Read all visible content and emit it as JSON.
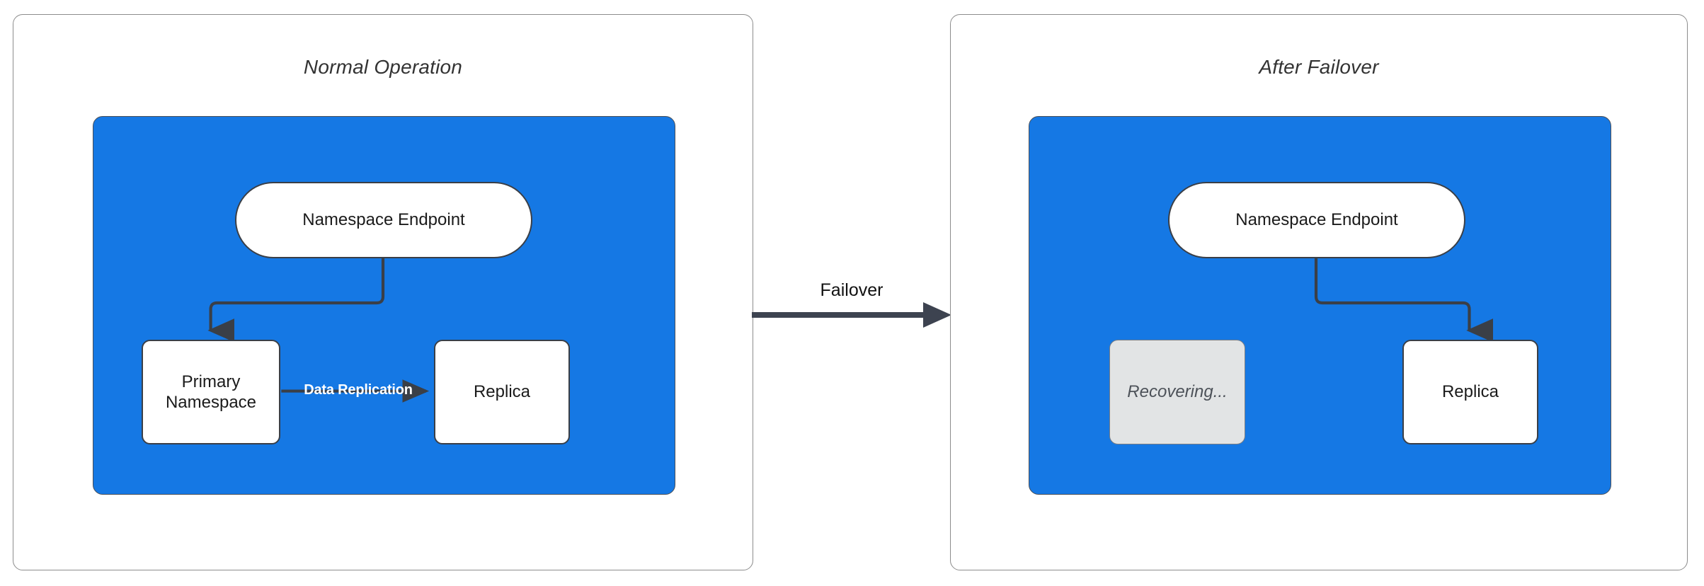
{
  "diagram": {
    "title_left": "Normal Operation",
    "title_right": "After Failover",
    "accent_blue": "#1578e4",
    "stroke_dark": "#3a3f47",
    "muted_gray": "#e2e4e5",
    "panel_border": "#8c8c8c"
  },
  "left_panel": {
    "title": "Normal Operation",
    "nodes": {
      "endpoint": "Namespace Endpoint",
      "primary": "Primary\nNamespace",
      "replica": "Replica"
    },
    "edges": {
      "endpoint_to_primary": "",
      "replication_label": "Data Replication"
    }
  },
  "transition": {
    "label": "Failover"
  },
  "right_panel": {
    "title": "After Failover",
    "nodes": {
      "endpoint": "Namespace Endpoint",
      "recovering": "Recovering...",
      "replica": "Replica"
    },
    "edges": {
      "endpoint_to_replica": ""
    }
  }
}
